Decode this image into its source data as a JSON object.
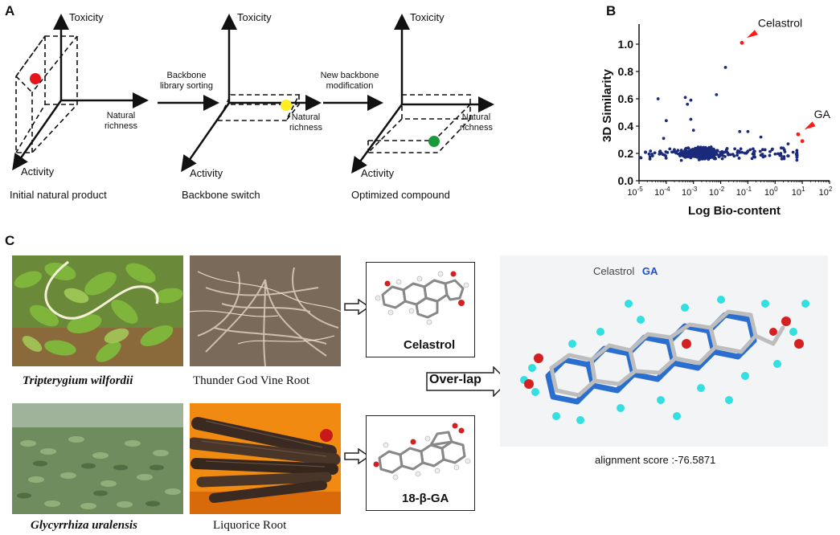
{
  "panel_a": {
    "letter": "A",
    "axes": {
      "toxicity": "Toxicity",
      "activity": "Activity",
      "richness": "Natural\nrichness"
    },
    "steps": [
      {
        "caption": "Initial natural product",
        "point_color": "#e8141b"
      },
      {
        "caption": "Backbone switch",
        "point_color": "#ffee22"
      },
      {
        "caption": "Optimized compound",
        "point_color": "#1a9a3a"
      }
    ],
    "arrows": [
      "Backbone\nlibrary sorting",
      "New backbone\nmodification"
    ]
  },
  "panel_b": {
    "letter": "B"
  },
  "chart_data": {
    "type": "scatter",
    "title": "",
    "xlabel": "Log Bio-content",
    "ylabel": "3D Similarity",
    "x_scale": "log",
    "xlim": [
      1e-05,
      100
    ],
    "ylim": [
      0,
      1.1
    ],
    "x_ticks": [
      "10-5",
      "10-4",
      "10-3",
      "10-2",
      "10-1",
      "100",
      "101",
      "102"
    ],
    "y_ticks": [
      "0.0",
      "0.2",
      "0.4",
      "0.6",
      "0.8",
      "1.0"
    ],
    "grid": false,
    "colors": {
      "main": "#1b2a7a",
      "highlight": "#ff1a1a"
    },
    "annotations": [
      {
        "text": "Celastrol",
        "x": 0.06,
        "y": 1.01
      },
      {
        "text": "GA",
        "x": 9,
        "y": 0.34
      }
    ],
    "series": [
      {
        "values": "main cloud of compounds"
      },
      {
        "values": "highlighted compounds"
      }
    ],
    "highlight_points": [
      [
        0.06,
        1.01
      ],
      [
        7,
        0.34
      ],
      [
        10,
        0.29
      ]
    ],
    "outlier_points": [
      [
        5e-05,
        0.6
      ],
      [
        0.0005,
        0.61
      ],
      [
        0.0006,
        0.56
      ],
      [
        0.0008,
        0.59
      ],
      [
        0.0008,
        0.45
      ],
      [
        0.001,
        0.37
      ],
      [
        0.015,
        0.83
      ],
      [
        0.007,
        0.63
      ],
      [
        0.0001,
        0.44
      ],
      [
        0.05,
        0.36
      ],
      [
        0.1,
        0.36
      ],
      [
        3,
        0.27
      ],
      [
        8e-05,
        0.31
      ],
      [
        0.3,
        0.32
      ]
    ]
  },
  "panel_c": {
    "letter": "C",
    "plants": [
      {
        "species": "Tripterygium wilfordii",
        "root": "Thunder God Vine Root",
        "molecule": "Celastrol"
      },
      {
        "species": "Glycyrrhiza uralensis",
        "root": "Liquorice Root",
        "molecule": "18-β-GA"
      }
    ],
    "overlap_label": "Over-lap",
    "overlay": {
      "label_a": "Celastrol",
      "label_b": "GA",
      "score": "alignment score :-76.5871",
      "color_a": "#444444",
      "color_b": "#1e4fd0"
    }
  }
}
